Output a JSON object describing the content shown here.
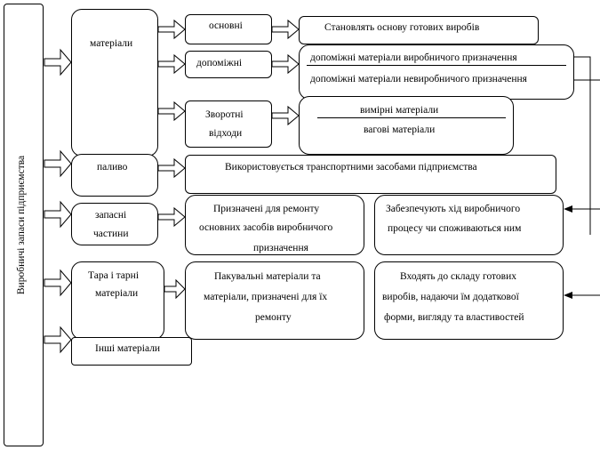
{
  "root": {
    "label": "Виробничі запаси підприємства"
  },
  "categories": [
    {
      "label": "матеріали"
    },
    {
      "label": "паливо"
    },
    {
      "label": "запасні",
      "label2": "частини"
    },
    {
      "label": "Тара і тарні",
      "label2": "матеріали"
    },
    {
      "label": "Інші матеріали"
    }
  ],
  "materials_types": [
    {
      "label": "основні"
    },
    {
      "label": "допоміжні"
    },
    {
      "label": "Зворотні",
      "label2": "відходи"
    }
  ],
  "descriptions": {
    "main": "Становлять  основу готових  виробів",
    "auxiliary_1": "допоміжні матеріали виробничого призначення",
    "auxiliary_2": "допоміжні матеріали невиробничого призначення",
    "waste_1": "вимірні матеріали",
    "waste_2": "вагові матеріали",
    "fuel": "Використовується транспортними засобами підприємства",
    "parts_1": "Призначені для ремонту",
    "parts_2": "основних засобів виробничого",
    "parts_3": "призначення",
    "production_1": "Забезпечують хід  виробничого",
    "production_2": "процесу чи споживаються ним",
    "tare_1": "Пакувальні  матеріали та",
    "tare_2": "матеріали, призначені для їх",
    "tare_3": "ремонту",
    "products_1": "Входять  до складу готових",
    "products_2": "виробів, надаючи їм додаткової",
    "products_3": "форми, вигляду та властивостей"
  }
}
